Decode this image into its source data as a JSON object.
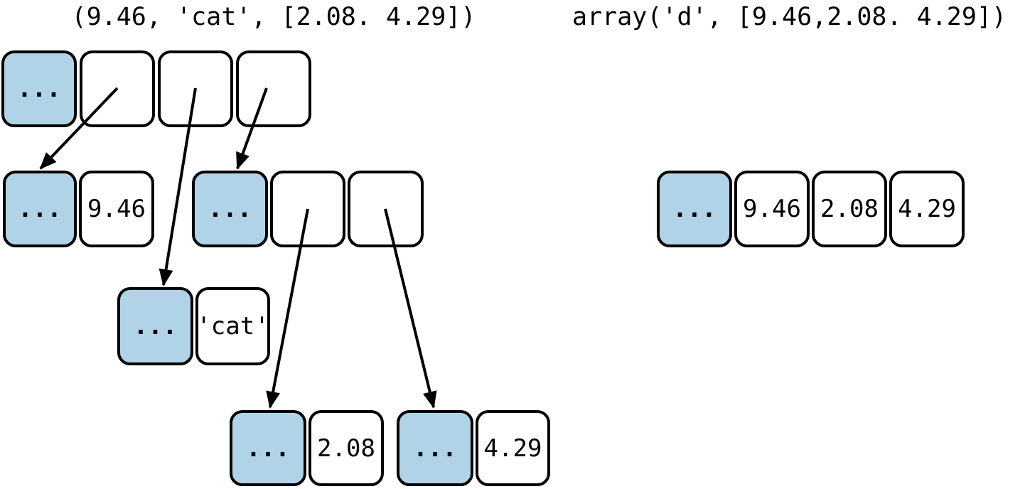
{
  "captions": {
    "tuple_repr": "(9.46, 'cat', [2.08. 4.29])",
    "array_repr": "array('d', [9.46,2.08. 4.29])"
  },
  "colors": {
    "header_fill": "#b0d3e8",
    "cell_fill": "#ffffff",
    "stroke": "#000000"
  },
  "nodes": {
    "tuple_header": {
      "cells": [
        "...",
        "",
        "",
        ""
      ]
    },
    "float_9_46": {
      "cells": [
        "...",
        "9.46"
      ]
    },
    "list_header": {
      "cells": [
        "...",
        "",
        ""
      ]
    },
    "str_cat": {
      "cells": [
        "...",
        "'cat'"
      ]
    },
    "float_2_08": {
      "cells": [
        "...",
        "2.08"
      ]
    },
    "float_4_29": {
      "cells": [
        "...",
        "4.29"
      ]
    },
    "array_obj": {
      "cells": [
        "...",
        "9.46",
        "2.08",
        "4.29"
      ]
    }
  }
}
